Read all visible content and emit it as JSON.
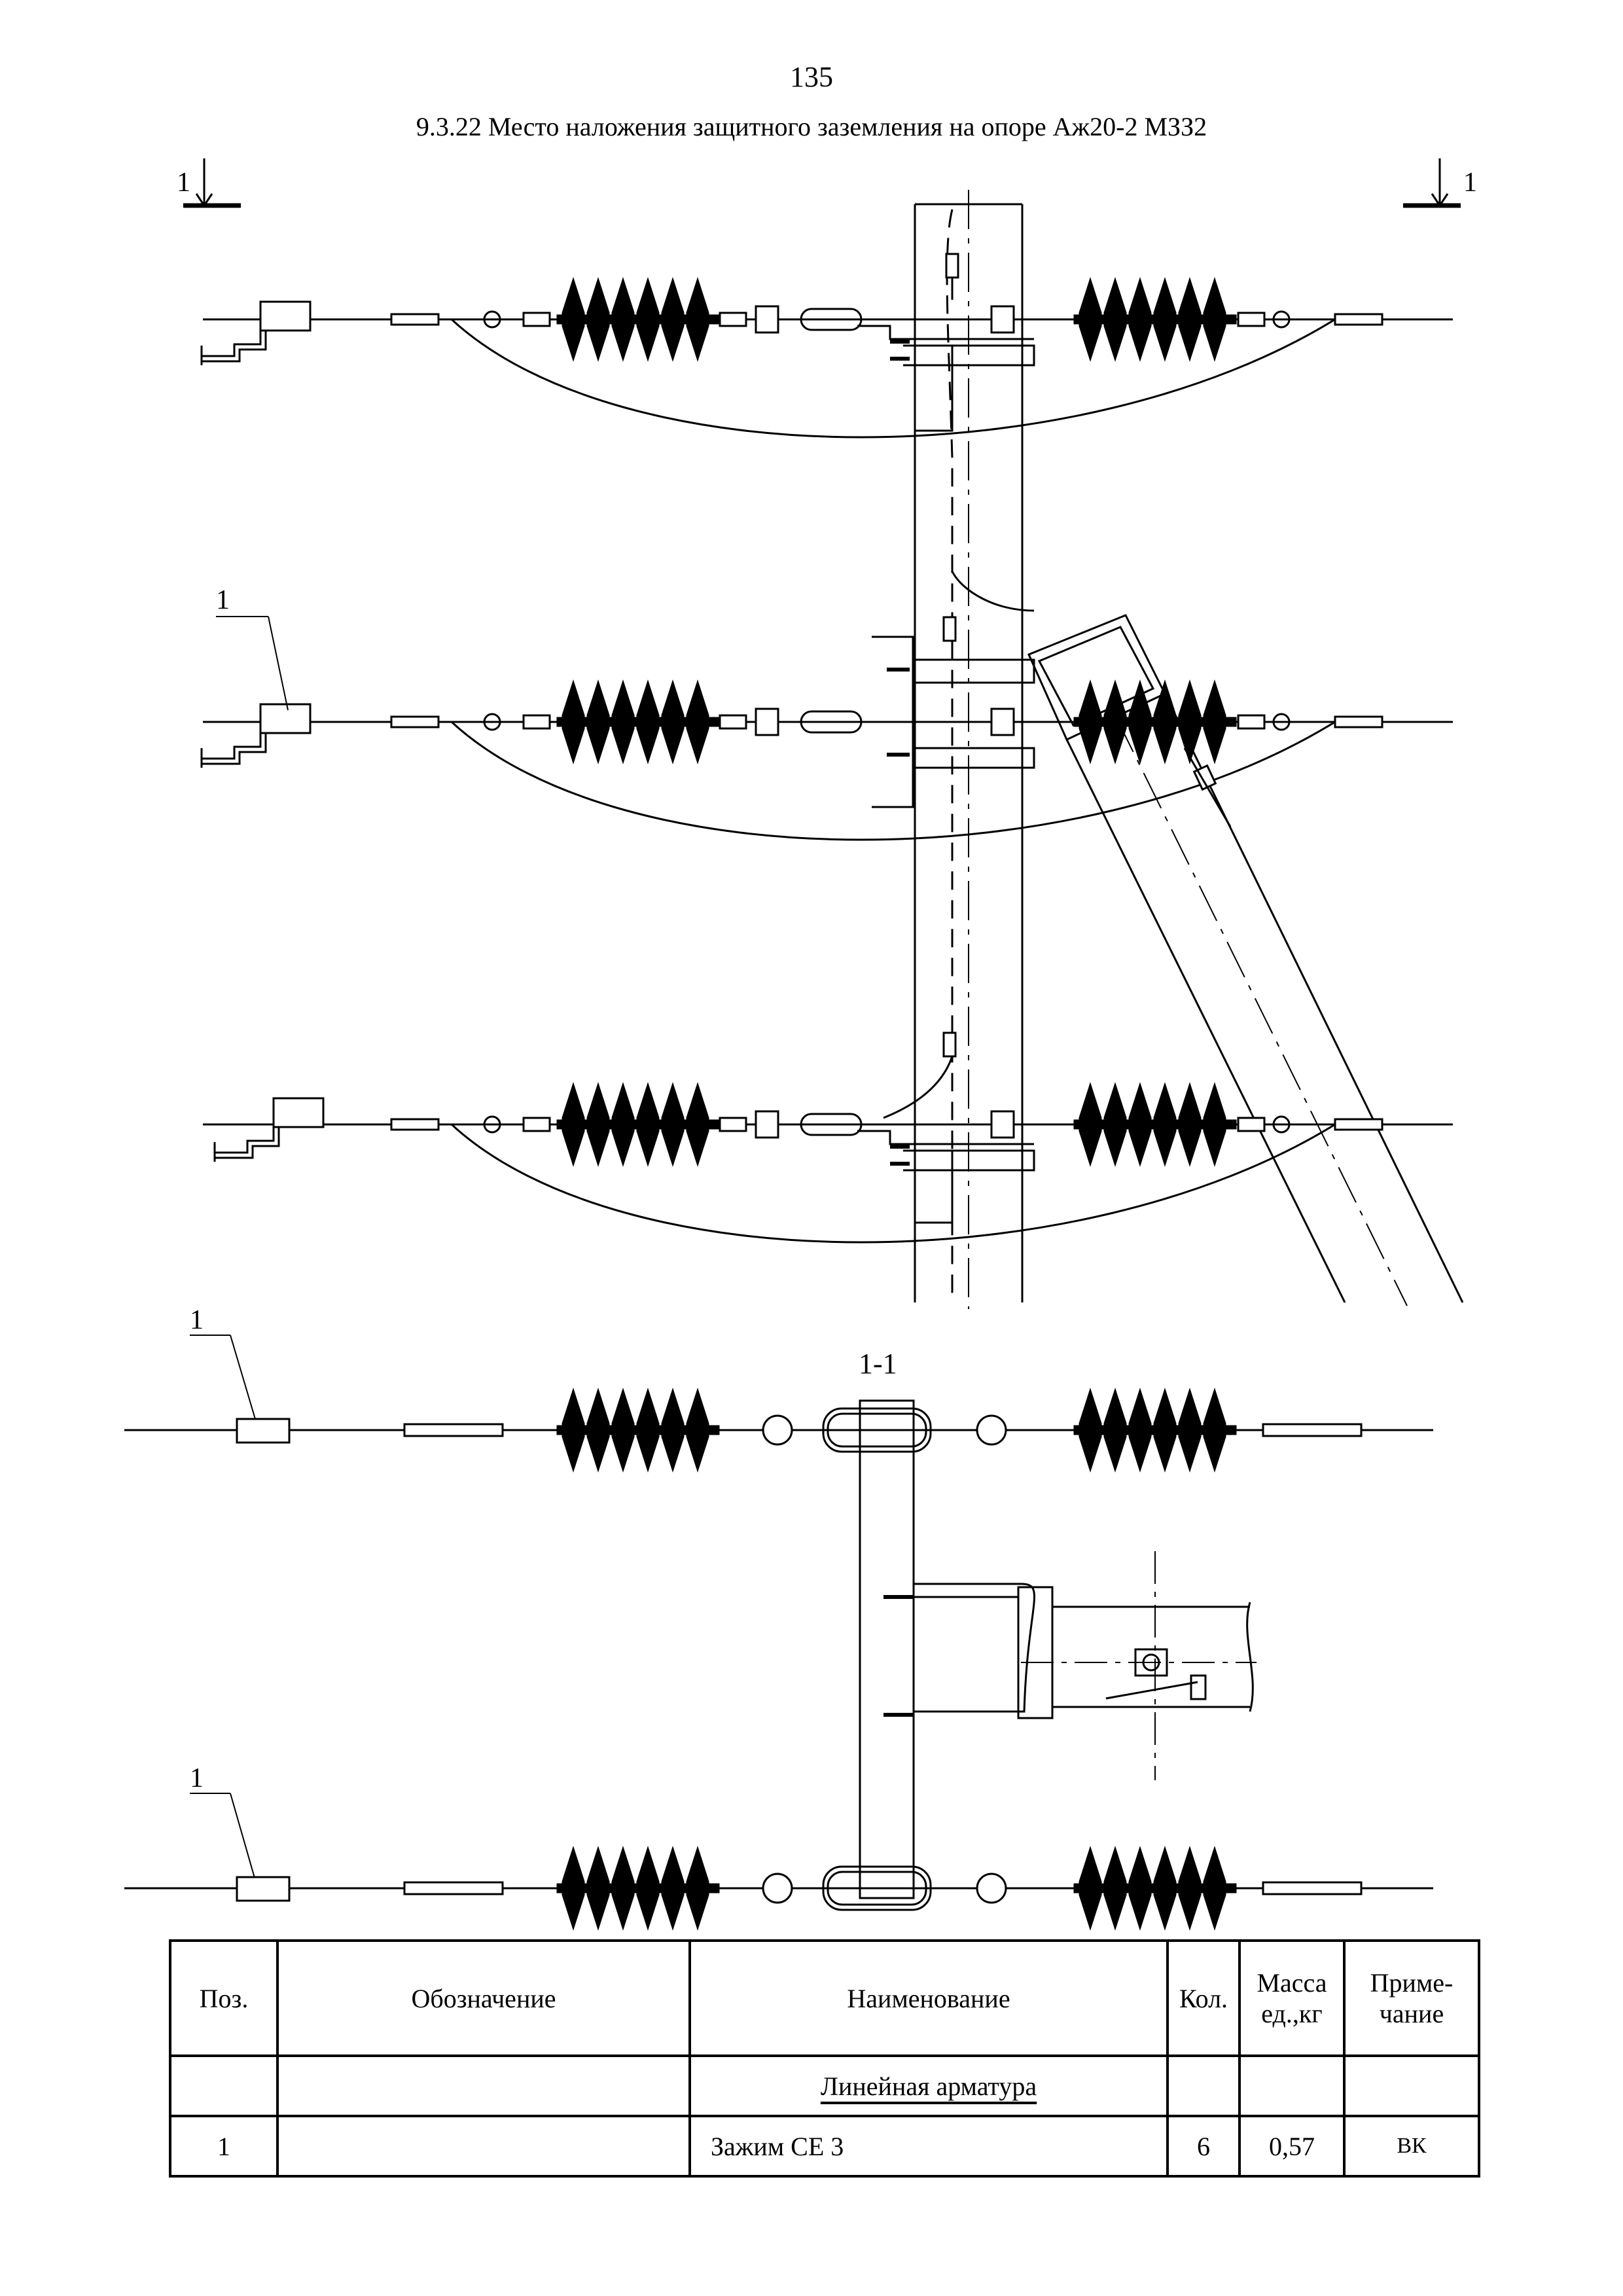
{
  "header": {
    "page_number": "135",
    "title": "9.3.22 Место наложения защитного заземления на опоре Аж20-2 МЗЗ2"
  },
  "drawing": {
    "section_mark": "1",
    "section_view_title": "1-1",
    "callout_label": "1"
  },
  "spec_table": {
    "headers": {
      "pos": "Поз.",
      "designation": "Обозначение",
      "name": "Наименование",
      "qty": "Кол.",
      "mass": "Масса ед.,кг",
      "note": "Приме-чание"
    },
    "rows": [
      {
        "pos": "",
        "designation": "",
        "name": "Линейная арматура",
        "qty": "",
        "mass": "",
        "note": ""
      },
      {
        "pos": "1",
        "designation": "",
        "name": "Зажим CE 3",
        "qty": "6",
        "mass": "0,57",
        "note": "ВК"
      }
    ]
  }
}
